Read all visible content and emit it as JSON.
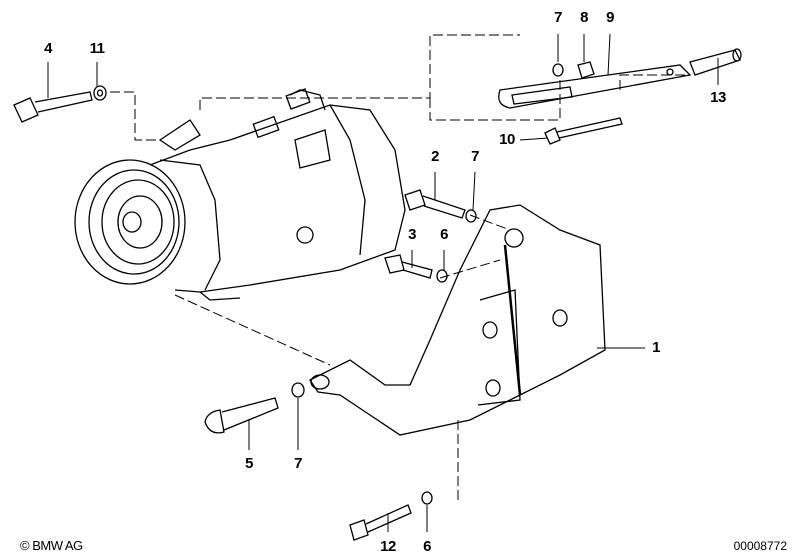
{
  "copyright": "© BMW AG",
  "document_number": "00008772",
  "callouts": {
    "c1": "1",
    "c2": "2",
    "c3": "3",
    "c4": "4",
    "c5": "5",
    "c6a": "6",
    "c6b": "6",
    "c7a": "7",
    "c7b": "7",
    "c7c": "7",
    "c8": "8",
    "c9": "9",
    "c10": "10",
    "c11": "11",
    "c12": "12",
    "c13": "13"
  }
}
